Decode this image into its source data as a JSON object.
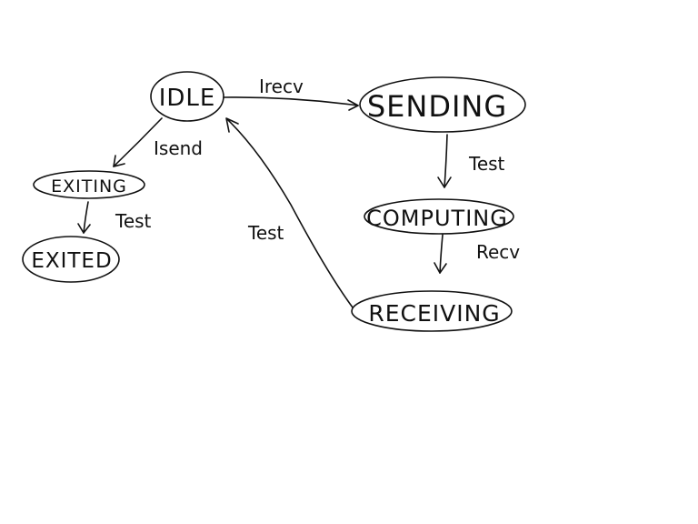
{
  "diagram": {
    "nodes": {
      "idle": "IDLE",
      "sending": "SENDING",
      "computing": "COMPUTING",
      "receiving": "RECEIVING",
      "exiting": "EXITING",
      "exited": "EXITED"
    },
    "edges": {
      "idle_to_sending": "Irecv",
      "sending_to_computing": "Test",
      "computing_to_receiving": "Recv",
      "receiving_to_idle": "Test",
      "idle_to_exiting": "Isend",
      "exiting_to_exited": "Test"
    }
  }
}
